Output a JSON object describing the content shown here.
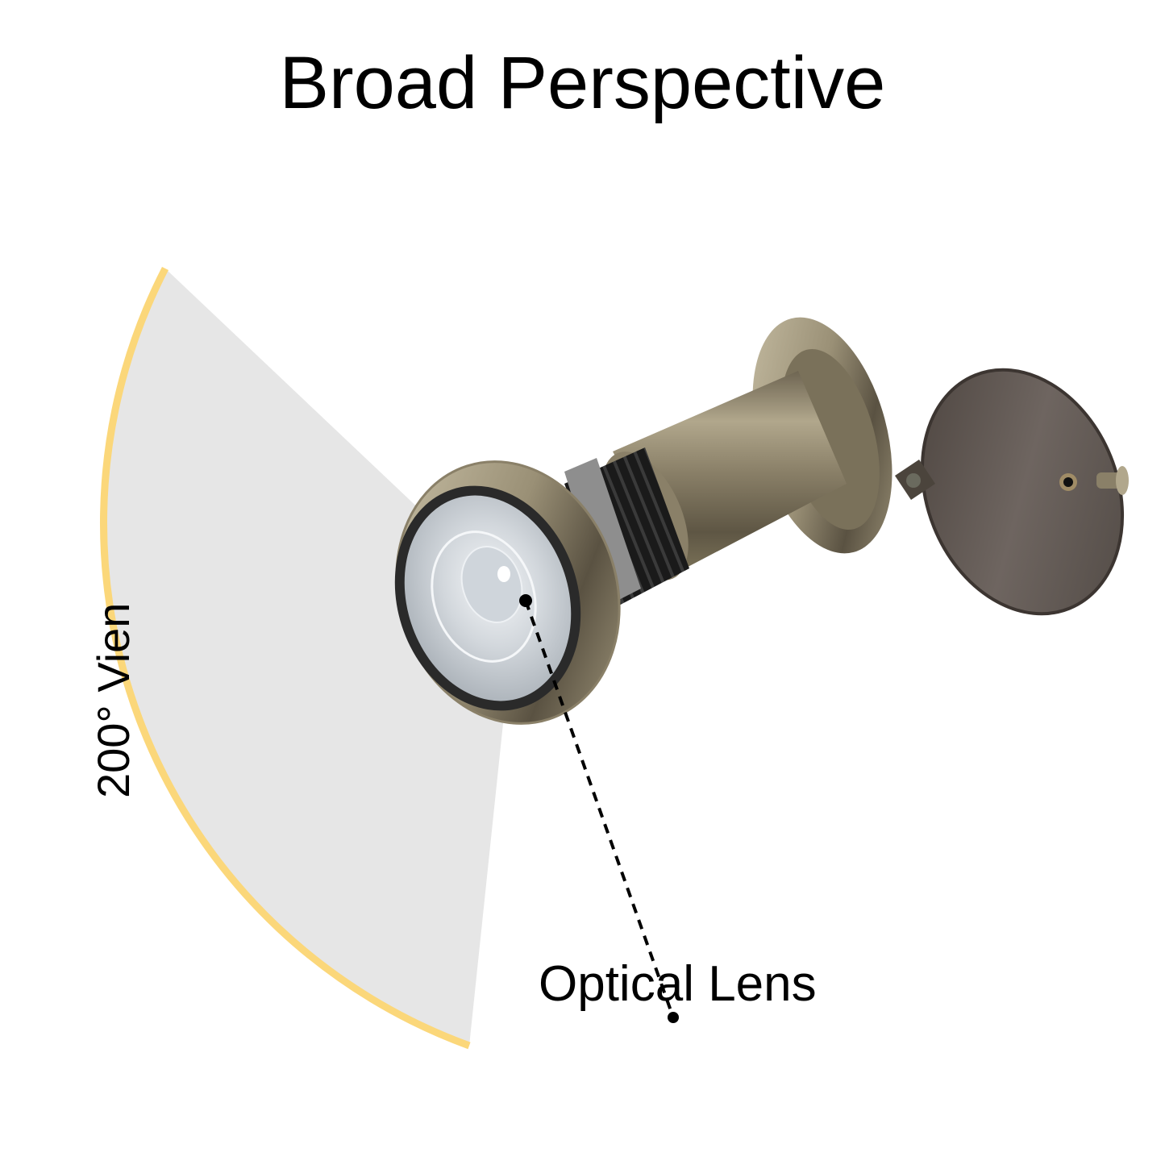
{
  "title": "Broad Perspective",
  "fov": {
    "label": "200° Vien",
    "wedge_color": "#e6e6e6",
    "arc_color": "#fbd77a"
  },
  "callout": {
    "label": "Optical Lens",
    "line_style": "dashed",
    "color": "#000000"
  },
  "product": {
    "name": "door-viewer-peephole",
    "finish_color": "#8a8068",
    "cover_color": "#5f5650",
    "thread_color": "#1c1c1c",
    "lens_color": "#d6dbe0"
  }
}
